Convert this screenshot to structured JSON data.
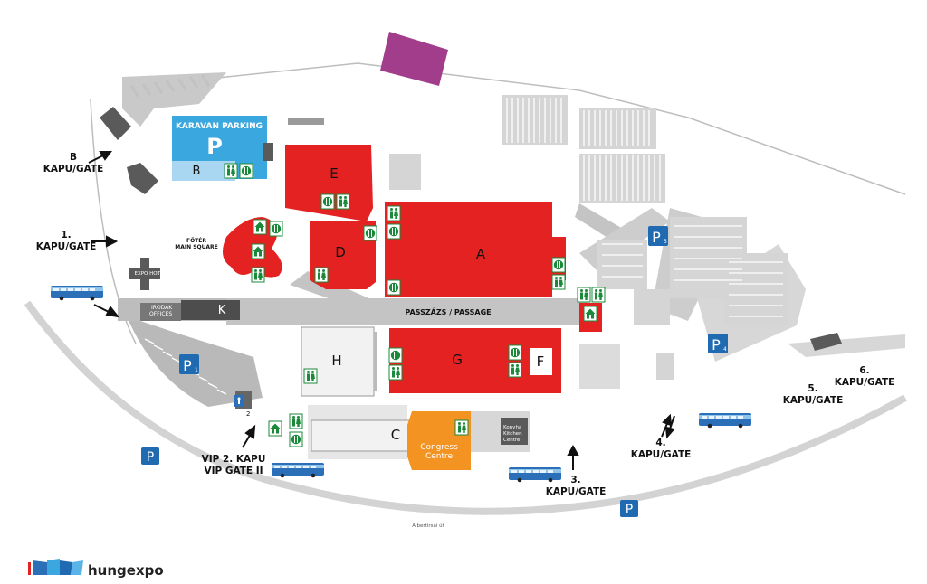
{
  "colors": {
    "hall_red": "#e32221",
    "congress_orange": "#f29322",
    "caravan_blue": "#3aa7df",
    "parking_blue": "#1f6ab0",
    "magenta": "#a23d8c",
    "facility_green": "#1a8a3a",
    "road_grey": "#c6c6c6",
    "building_dark": "#555555"
  },
  "halls": {
    "A": "A",
    "B": "B",
    "C": "C",
    "D": "D",
    "E": "E",
    "F": "F",
    "G": "G",
    "H": "H",
    "K": "K"
  },
  "labels": {
    "caravan_parking": "KARAVAN PARKING",
    "caravan_p": "P",
    "foter_1": "FŐTÉR",
    "foter_2": "MAIN SQUARE",
    "expo_hotel": "EXPO HOTEL",
    "irodak_1": "IRODÁK",
    "irodak_2": "OFFICES",
    "passage": "PASSZÁZS / PASSAGE",
    "congress_1": "Congress",
    "congress_2": "Centre",
    "konyha_1": "Konyha",
    "konyha_2": "Kitchen",
    "konyha_3": "Centre",
    "street": "Albertirsai út",
    "vip_num": "2"
  },
  "gates": {
    "b_1": "B",
    "b_2": "KAPU/GATE",
    "g1_1": "1.",
    "g1_2": "KAPU/GATE",
    "vip_1": "VIP 2. KAPU",
    "vip_2": "VIP GATE II",
    "g3_1": "3.",
    "g3_2": "KAPU/GATE",
    "g4_1": "4.",
    "g4_2": "KAPU/GATE",
    "g5_1": "5.",
    "g5_2": "KAPU/GATE",
    "g6_1": "6.",
    "g6_2": "KAPU/GATE"
  },
  "parking": {
    "p1": "P",
    "p1_sub": "1",
    "p4": "P",
    "p4_sub": "4",
    "p5": "P",
    "p5_sub": "5",
    "p_left": "P",
    "p_bottom": "P"
  },
  "logo": {
    "text": "hungexpo"
  },
  "icons": {
    "toilet": "toilet-icon",
    "restaurant": "restaurant-icon",
    "info": "info-house-icon",
    "bus": "bus-icon",
    "arrow": "gate-arrow-icon",
    "accessible": "accessible-icon"
  }
}
